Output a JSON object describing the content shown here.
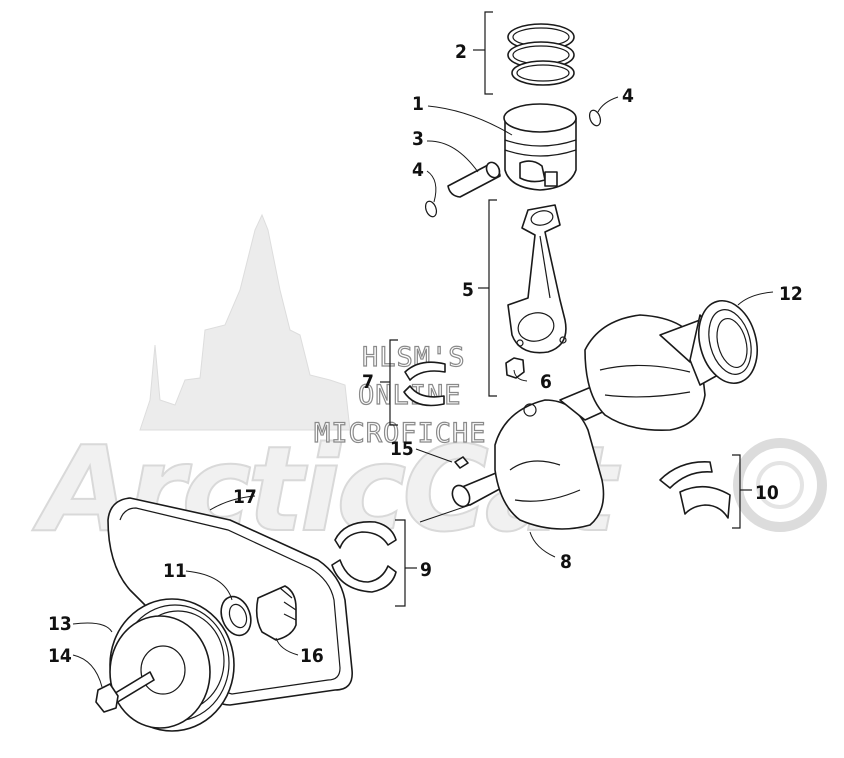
{
  "watermark": {
    "lines": [
      "HLSM'S",
      "ONLINE",
      "MICROFICHE"
    ],
    "brand": "ArcticCat"
  },
  "callouts": [
    {
      "id": "c1",
      "label": "1"
    },
    {
      "id": "c2",
      "label": "2"
    },
    {
      "id": "c3",
      "label": "3"
    },
    {
      "id": "c4a",
      "label": "4"
    },
    {
      "id": "c4b",
      "label": "4"
    },
    {
      "id": "c5",
      "label": "5"
    },
    {
      "id": "c6",
      "label": "6"
    },
    {
      "id": "c7",
      "label": "7"
    },
    {
      "id": "c8",
      "label": "8"
    },
    {
      "id": "c9",
      "label": "9"
    },
    {
      "id": "c10",
      "label": "10"
    },
    {
      "id": "c11",
      "label": "11"
    },
    {
      "id": "c12",
      "label": "12"
    },
    {
      "id": "c13",
      "label": "13"
    },
    {
      "id": "c14",
      "label": "14"
    },
    {
      "id": "c15",
      "label": "15"
    },
    {
      "id": "c16",
      "label": "16"
    },
    {
      "id": "c17",
      "label": "17"
    }
  ],
  "colors": {
    "line": "#1a1a1a",
    "watermark": "#d9d9d9",
    "background": "#ffffff"
  }
}
